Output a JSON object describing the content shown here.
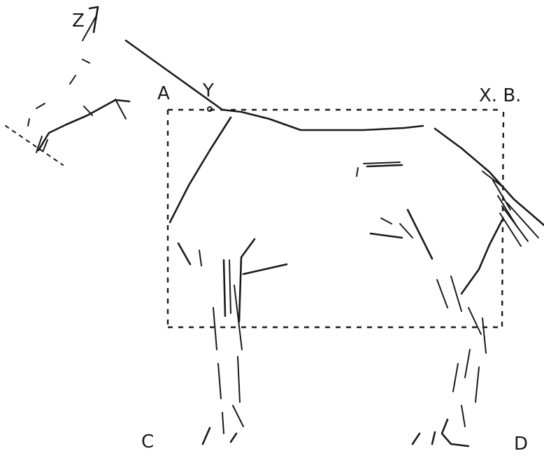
{
  "figure": {
    "labels": {
      "z": "Z",
      "a": "A",
      "y": "Y",
      "xb": "X. B.",
      "c": "C",
      "d": "D"
    },
    "colors": {
      "ink": "#1a1a1a",
      "background": "#ffffff"
    }
  }
}
